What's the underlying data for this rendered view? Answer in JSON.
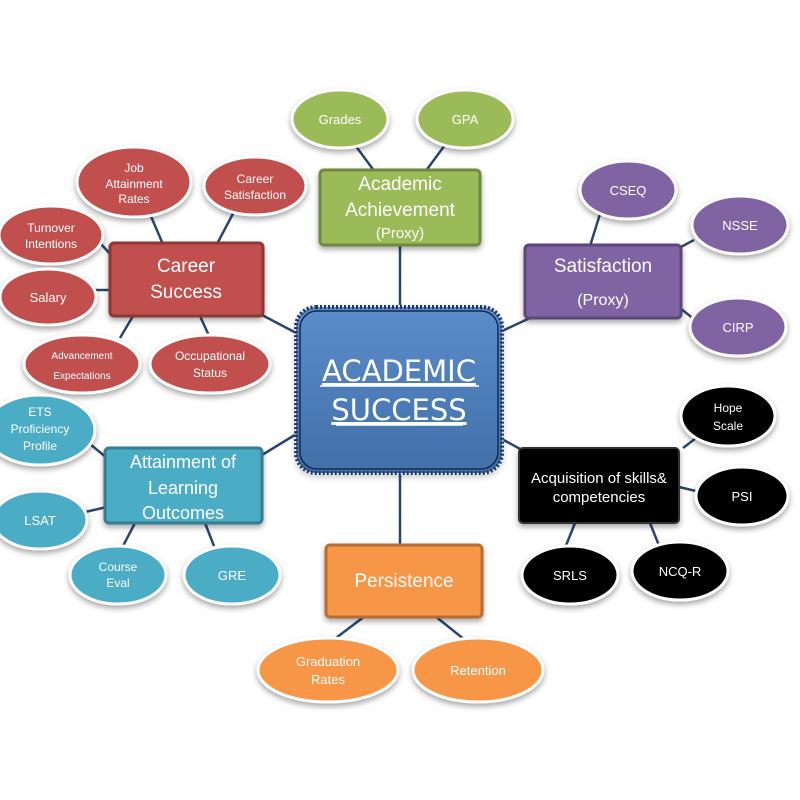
{
  "colors": {
    "center_fill": "#4f81bd",
    "center_border": "#1f3763",
    "red": "#c0504d",
    "red_border": "#8c3836",
    "green": "#9bbb59",
    "green_border": "#71893f",
    "purple": "#8064a2",
    "purple_border": "#5c4776",
    "teal": "#4bacc6",
    "teal_border": "#357d91",
    "orange": "#f79646",
    "orange_border": "#b66d31",
    "black": "#000000",
    "connector": "#2a4670"
  },
  "center": {
    "line1": "ACADEMIC",
    "line2": "SUCCESS"
  },
  "academic_achievement": {
    "line1": "Academic",
    "line2": "Achievement",
    "line3": "(Proxy)",
    "leaves": [
      "Grades",
      "GPA"
    ]
  },
  "satisfaction": {
    "line1": "Satisfaction",
    "line2": "(Proxy)",
    "leaves": [
      "CSEQ",
      "NSSE",
      "CIRP"
    ]
  },
  "career_success": {
    "line1": "Career",
    "line2": "Success",
    "leaves": [
      {
        "lines": [
          "Job",
          "Attainment",
          "Rates"
        ]
      },
      {
        "lines": [
          "Career",
          "Satisfaction"
        ]
      },
      {
        "lines": [
          "Turnover",
          "Intentions"
        ]
      },
      {
        "lines": [
          "Salary"
        ]
      },
      {
        "lines": [
          "Advancement",
          "Expectations"
        ]
      },
      {
        "lines": [
          "Occupational",
          "Status"
        ]
      }
    ]
  },
  "learning_outcomes": {
    "line1": "Attainment of",
    "line2": "Learning",
    "line3": "Outcomes",
    "leaves": [
      {
        "lines": [
          "ETS",
          "Proficiency",
          "Profile"
        ]
      },
      {
        "lines": [
          "LSAT"
        ]
      },
      {
        "lines": [
          "Course",
          "Eval"
        ]
      },
      {
        "lines": [
          "GRE"
        ]
      }
    ]
  },
  "persistence": {
    "line1": "Persistence",
    "leaves": [
      {
        "lines": [
          "Graduation",
          "Rates"
        ]
      },
      {
        "lines": [
          "Retention"
        ]
      }
    ]
  },
  "skills": {
    "line1": "Acquisition of skills&",
    "line2": "competencies",
    "leaves": [
      {
        "lines": [
          "Hope",
          "Scale"
        ]
      },
      {
        "lines": [
          "PSI"
        ]
      },
      {
        "lines": [
          "NCQ-R"
        ]
      },
      {
        "lines": [
          "SRLS"
        ]
      }
    ]
  }
}
